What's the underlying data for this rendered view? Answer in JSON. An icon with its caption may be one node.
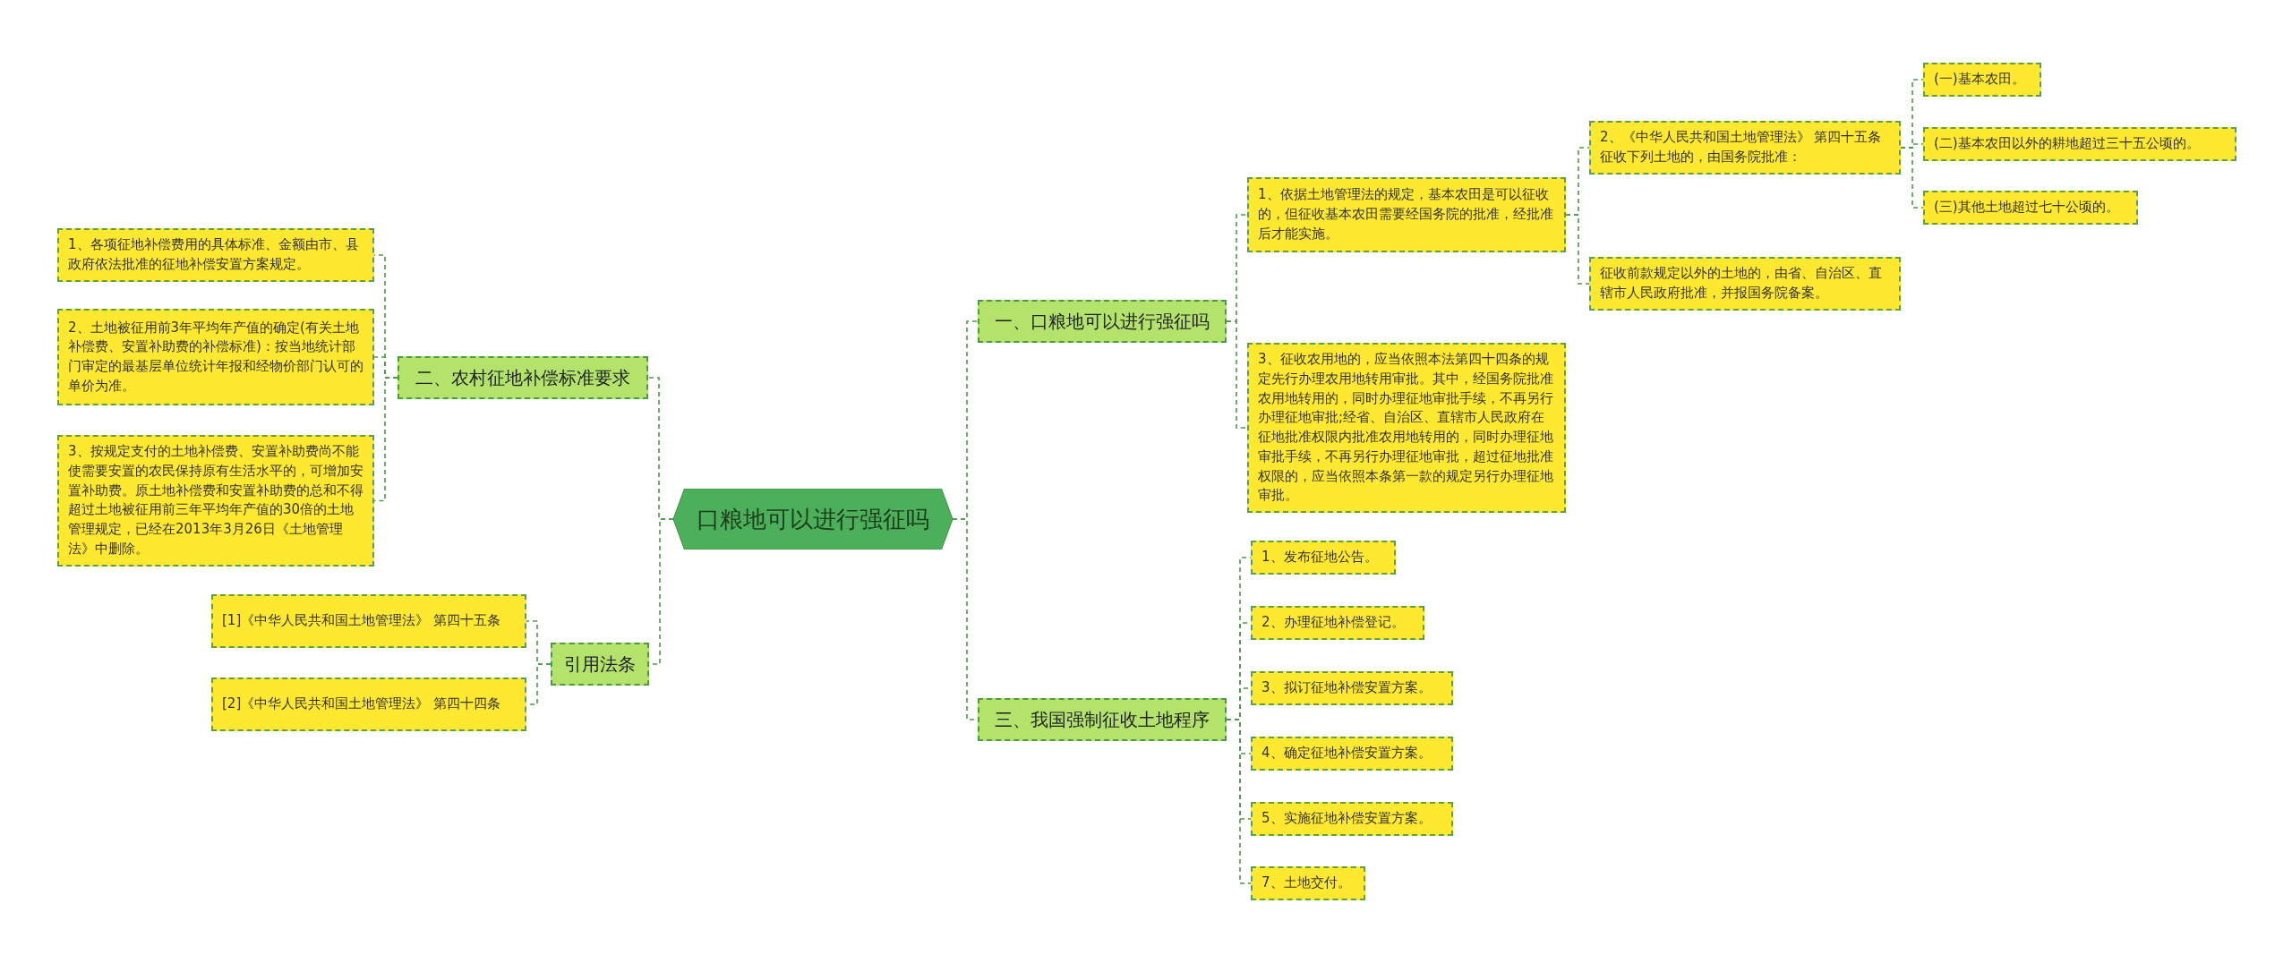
{
  "diagram": {
    "nodes": [
      {
        "text": [
          "口粮地可以进行强征吗"
        ]
      },
      {
        "text": [
          "一、口粮地可以进行强征吗"
        ]
      },
      {
        "text": [
          "1、依据土地管理法的规定，基本农田是可以征收的，但征收基本农田需要经国务院的批准，经批准后才能实施。"
        ]
      },
      {
        "text": [
          "2、《中华人民共和国土地管理法》 第四十五条征收下列土地的，由国务院批准："
        ]
      },
      {
        "text": [
          "(一)基本农田。"
        ]
      },
      {
        "text": [
          "(二)基本农田以外的耕地超过三十五公顷的。"
        ]
      },
      {
        "text": [
          "(三)其他土地超过七十公顷的。"
        ]
      },
      {
        "text": [
          "征收前款规定以外的土地的，由省、自治区、直辖市人民政府批准，并报国务院备案。"
        ]
      },
      {
        "text": [
          "3、征收农用地的，应当依照本法第四十四条的规定先行办理农用地转用审批。其中，经国务院批准农用地转用的，同时办理征地审批手续，不再另行办理征地审批;经省、自治区、直辖市人民政府在征地批准权限内批准农用地转用的，同时办理征地审批手续，不再另行办理征地审批，超过征地批准权限的，应当依照本条第一款的规定另行办理征地审批。"
        ]
      },
      {
        "text": [
          "三、我国强制征收土地程序"
        ]
      },
      {
        "text": [
          "1、发布征地公告。"
        ]
      },
      {
        "text": [
          "2、办理征地补偿登记。"
        ]
      },
      {
        "text": [
          "3、拟订征地补偿安置方案。"
        ]
      },
      {
        "text": [
          "4、确定征地补偿安置方案。"
        ]
      },
      {
        "text": [
          "5、实施征地补偿安置方案。"
        ]
      },
      {
        "text": [
          "7、土地交付。"
        ]
      },
      {
        "text": [
          "二、农村征地补偿标准要求"
        ]
      },
      {
        "text": [
          "1、各项征地补偿费用的具体标准、金额由市、县政府依法批准的征地补偿安置方案规定。"
        ]
      },
      {
        "text": [
          "2、土地被征用前3年平均年产值的确定(有关土地补偿费、安置补助费的补偿标准)：按当地统计部门审定的最基层单位统计年报和经物价部门认可的单价为准。"
        ]
      },
      {
        "text": [
          "3、按规定支付的土地补偿费、安置补助费尚不能使需要安置的农民保持原有生活水平的，可增加安置补助费。原土地补偿费和安置补助费的总和不得超过土地被征用前三年平均年产值的30倍的土地管理规定，已经在2013年3月26日《土地管理法》中删除。"
        ]
      },
      {
        "text": [
          "引用法条"
        ]
      },
      {
        "text": [
          "[1]《中华人民共和国土地管理法》 第四十五条"
        ]
      },
      {
        "text": [
          "[2]《中华人民共和国土地管理法》 第四十四条"
        ]
      }
    ],
    "edges": [
      {
        "from": 0,
        "to": 1,
        "arrow": "none"
      },
      {
        "from": 0,
        "to": 9,
        "arrow": "none"
      },
      {
        "from": 0,
        "to": 16,
        "arrow": "none"
      },
      {
        "from": 0,
        "to": 20,
        "arrow": "none"
      },
      {
        "from": 1,
        "to": 2,
        "arrow": "none"
      },
      {
        "from": 1,
        "to": 8,
        "arrow": "none"
      },
      {
        "from": 2,
        "to": 3,
        "arrow": "none"
      },
      {
        "from": 2,
        "to": 7,
        "arrow": "none"
      },
      {
        "from": 3,
        "to": 4,
        "arrow": "none"
      },
      {
        "from": 3,
        "to": 5,
        "arrow": "none"
      },
      {
        "from": 3,
        "to": 6,
        "arrow": "none"
      },
      {
        "from": 9,
        "to": 10,
        "arrow": "none"
      },
      {
        "from": 9,
        "to": 11,
        "arrow": "none"
      },
      {
        "from": 9,
        "to": 12,
        "arrow": "none"
      },
      {
        "from": 9,
        "to": 13,
        "arrow": "none"
      },
      {
        "from": 9,
        "to": 14,
        "arrow": "none"
      },
      {
        "from": 9,
        "to": 15,
        "arrow": "none"
      },
      {
        "from": 16,
        "to": 17,
        "arrow": "none"
      },
      {
        "from": 16,
        "to": 18,
        "arrow": "none"
      },
      {
        "from": 16,
        "to": 19,
        "arrow": "none"
      },
      {
        "from": 20,
        "to": 21,
        "arrow": "none"
      },
      {
        "from": 20,
        "to": 22,
        "arrow": "none"
      }
    ]
  }
}
